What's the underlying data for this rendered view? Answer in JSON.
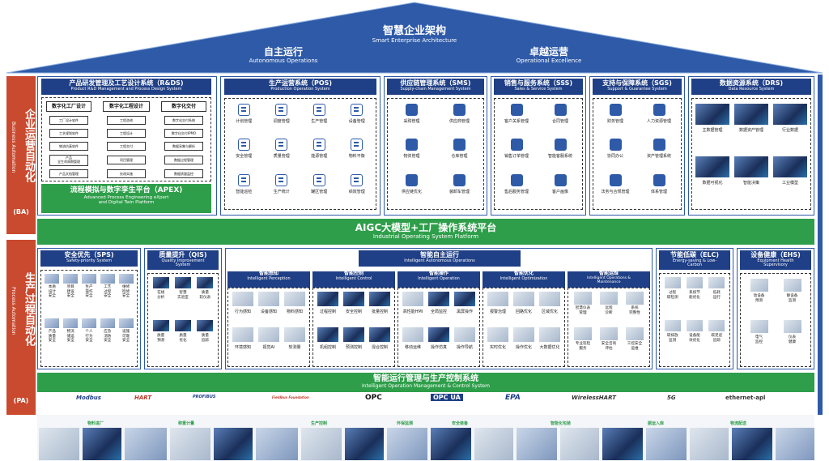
{
  "roof": {
    "title": "智慧企业架构",
    "subtitle": "Smart Enterprise Architecture"
  },
  "auto_ops": {
    "title": "自主运行",
    "subtitle": "Autonomous Operations"
  },
  "op_excellence": {
    "title": "卓越运营",
    "subtitle": "Operational Excellence"
  },
  "ba": {
    "title": "企业运营自动化",
    "subtitle": "Business Automation",
    "abbr": "(BA)"
  },
  "pa": {
    "title": "生产过程自动化",
    "subtitle": "Process Automation",
    "abbr": "(PA)"
  },
  "rd": {
    "title": "产品研发管理及工艺设计系统（R&DS)",
    "subtitle": "Product R&D Management and Process Design System",
    "columns": [
      {
        "head": "数字化工厂设计",
        "items": [
          "工厂设计软件",
          "工艺规划软件",
          "物流仿真软件",
          "产品\n全生命周期管理",
          "产品文档管理"
        ]
      },
      {
        "head": "数字化工程设计",
        "items": [
          "工程咨询",
          "工程设计",
          "工程交付",
          "项目管理",
          "技改实施"
        ]
      },
      {
        "head": "数字化交付",
        "items": [
          "数字化交付系统",
          "数字化交付IPMO",
          "数据采集与解析",
          "数据过程管理",
          "数据质量监控"
        ]
      }
    ],
    "apex": {
      "title": "流程模拟与数字孪生平台（APEX)",
      "subtitle": "Advanced Process Engineering eXpert\nand Digital Twin Platform"
    }
  },
  "pos": {
    "title": "生产运营系统（POS)",
    "subtitle": "Production Operation System",
    "items": [
      "计划管理",
      "调度管理",
      "生产管理",
      "设备管理",
      "安全管理",
      "质量管理",
      "能源管理",
      "物料平衡",
      "智能巡检",
      "生产统计",
      "罐区管理",
      "绩效管理"
    ]
  },
  "sms": {
    "title": "供应链管理系统（SMS)",
    "subtitle": "Supply-chain Management System",
    "items": [
      "采购管理",
      "供应商管理",
      "物资管理",
      "仓库管理",
      "供应链优化",
      "装卸车管理"
    ]
  },
  "sss": {
    "title": "销售与服务系统（SSS)",
    "subtitle": "Sales & Service System",
    "items": [
      "客户关系管理",
      "合同管理",
      "销售订单管理",
      "智能客服系统",
      "售后服务管理",
      "客户画像"
    ]
  },
  "sgs": {
    "title": "支持与保障系统（SGS)",
    "subtitle": "Support & Guarantee System",
    "items": [
      "财务管理",
      "人力资源管理",
      "协同办公",
      "资产管理系统",
      "法务与合规管理",
      "体系管理"
    ]
  },
  "drs": {
    "title": "数据资源系统（DRS)",
    "subtitle": "Data Resource System",
    "items": [
      "主数据管理",
      "数据资产管理",
      "行业数据",
      "数据可视化",
      "智能决策",
      "工业模型"
    ]
  },
  "aigc": {
    "title": "AIGC大模型+工厂操作系统平台",
    "subtitle": "Industrial  Operating System Platform"
  },
  "sps": {
    "title": "安全优先（SPS)",
    "subtitle": "Safety-priority System",
    "items": [
      "本质\n设计\n安全",
      "项目\n建设\n安全",
      "生产\n操作\n安全",
      "工艺\n过程\n安全",
      "维修\n检修\n安全",
      "产品\n质量\n安全",
      "物流\n储运\n安全",
      "个人\n行为\n安全",
      "应急\n消防\n安全",
      "设施\n可靠\n安全"
    ]
  },
  "qis": {
    "title": "质量提升（QIS)",
    "subtitle": "Quality Improvement\nSystem",
    "items": [
      "在线\n分析",
      "智慧\n实验室",
      "质量\n软仪表",
      "质量\n预测",
      "质量\n优化",
      "质量\n追踪"
    ]
  },
  "ias": {
    "title": "智能自主运行",
    "subtitle": "Intelligent Autonomous Operations",
    "modules": [
      {
        "title": "智能感知",
        "subtitle": "Intelligent Perception",
        "items": [
          "行为感知",
          "设备感知",
          "物料感知",
          "环境感知",
          "视觉AI",
          "软测量"
        ]
      },
      {
        "title": "智能控制",
        "subtitle": "Intelligent Control",
        "items": [
          "过程控制",
          "安全控制",
          "批量控制",
          "机组控制",
          "预测控制",
          "混合控制"
        ]
      },
      {
        "title": "智能操作",
        "subtitle": "Intelligent Operation",
        "items": [
          "高性能HMI",
          "全局监控",
          "黑屏操作",
          "移动运维",
          "操作仿真",
          "操作导航"
        ]
      },
      {
        "title": "智能优化",
        "subtitle": "Intelligent Optimization",
        "items": [
          "报警治理",
          "回路优化",
          "区域优化",
          "实时优化",
          "操作优化",
          "大数据优化"
        ]
      },
      {
        "title": "智能运维",
        "subtitle": "Intelligent Operations &\nMaintenance",
        "items": [
          "智慧仪表\n管理",
          "远程\n诊断",
          "系统\n完整性",
          "专业巡检\n服务",
          "安全咨询\n评估",
          "工控安全\n运维"
        ]
      }
    ]
  },
  "elc": {
    "title": "节能低碳（ELC)",
    "subtitle": "Energy-saving & Low-\nCarbon",
    "items": [
      "过程\n碳检测",
      "系统节\n能优化",
      "低耗\n运行",
      "碳排放\n监测",
      "设备能\n效优化",
      "碳足迹\n追踪"
    ]
  },
  "ehs": {
    "title": "设备健康（EHS)",
    "subtitle": "Equipment Health\nSupervisory",
    "items": [
      "动设备\n预测",
      "静设备\n监测",
      "电气\n监控",
      "仪表\n健康"
    ]
  },
  "iomcs": {
    "title": "智能运行管理与生产控制系统",
    "subtitle": "Intelligent Operation Management & Control System"
  },
  "protocols": [
    "Modbus",
    "HART",
    "PROFIBUS",
    "Fieldbus Foundation",
    "OPC",
    "OPC UA",
    "EPA",
    "WirelessHART",
    "5G",
    "ethernet-apl"
  ],
  "industries": [
    "物料进厂",
    "称重计量",
    "生产控制",
    "环保监测",
    "安全装备",
    "智能化包装",
    "据运入库",
    "物流配送"
  ],
  "colors": {
    "blue": "#2e5aa8",
    "navy": "#1f3f86",
    "green": "#2e9e4a",
    "red": "#c94a2e"
  }
}
